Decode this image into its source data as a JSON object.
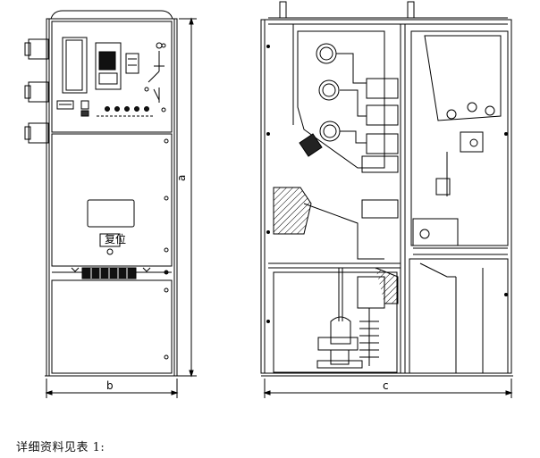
{
  "dimensions": {
    "height": "a",
    "width_front": "b",
    "width_side": "c"
  },
  "front_panel": {
    "button_label": "复位"
  },
  "caption": "详细资料见表 1:"
}
